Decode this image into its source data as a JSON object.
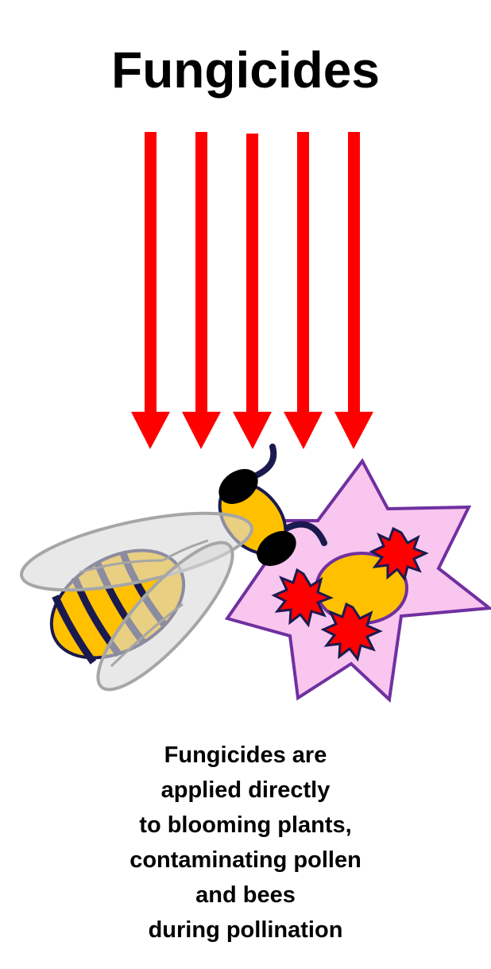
{
  "title": "Fungicides",
  "colors": {
    "arrow": "#ff0000",
    "petal_fill": "#f8c6ee",
    "petal_stroke": "#7030a0",
    "pollen": "#ffc000",
    "spore": "#ff0000",
    "outline": "#1a1a4f",
    "wing_fill": "#d9d9d9",
    "wing_stroke": "#a6a6a6",
    "eye": "#000000"
  },
  "icons": [
    "arrow-down-icon",
    "bee-icon",
    "flower-icon",
    "spore-icon"
  ],
  "caption": {
    "lines": [
      "Fungicides are",
      "applied directly",
      "to blooming plants,",
      "contaminating pollen",
      "and bees",
      "during pollination"
    ]
  }
}
